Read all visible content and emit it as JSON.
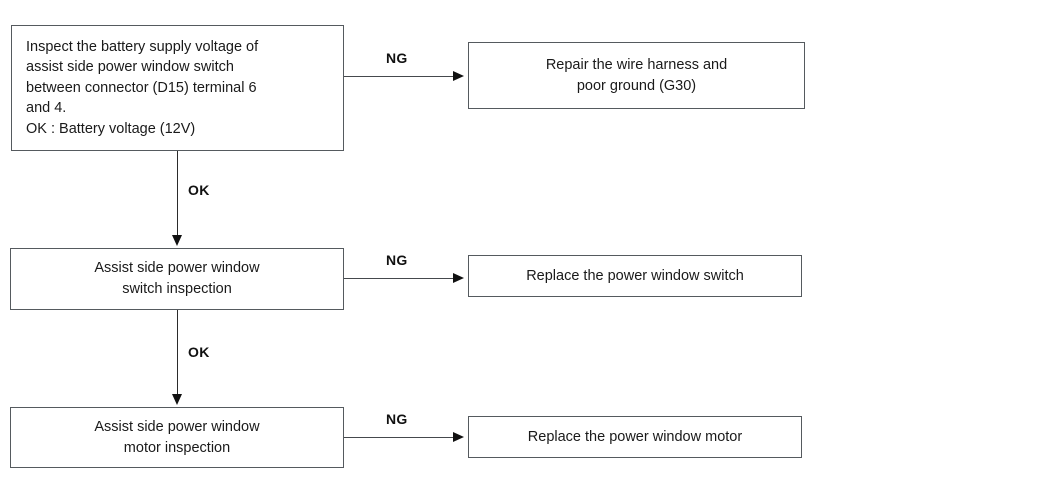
{
  "diagram": {
    "type": "troubleshooting-flowchart",
    "nodes": {
      "voltage_check": "Inspect the battery supply voltage of\nassist side power window switch\nbetween connector (D15) terminal 6\nand 4.\nOK : Battery voltage (12V)",
      "repair_harness": "Repair the wire harness and\npoor ground (G30)",
      "switch_inspection": "Assist side power window\nswitch inspection",
      "replace_switch": "Replace the power window switch",
      "motor_inspection": "Assist side power window\nmotor inspection",
      "replace_motor": "Replace the power window motor"
    },
    "edges": {
      "ng_1": "NG",
      "ng_2": "NG",
      "ng_3": "NG",
      "ok_1": "OK",
      "ok_2": "OK"
    },
    "colors": {
      "box_border": "#555a5e",
      "text": "#1a1a1a",
      "connector": "#45494d",
      "arrow": "#111111",
      "background": "#ffffff"
    }
  }
}
